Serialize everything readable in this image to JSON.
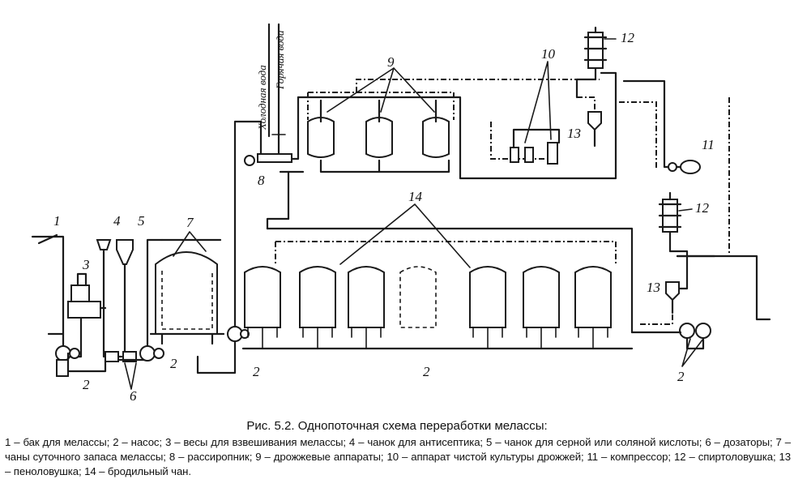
{
  "figure": {
    "title": "Рис. 5.2. Однопоточная схема переработки мелассы:",
    "legend": "1 – бак для мелассы; 2 – насос; 3 – весы для взвешивания мелассы; 4 – чанок для антисептика; 5 – чанок для серной или соляной кислоты; 6 – дозаторы; 7 – чаны суточного запаса мелассы; 8 – рассиропник; 9 – дрожжевые аппараты; 10 – аппарат чистой культуры дрожжей; 11 – компрессор; 12 – спиртоловушка; 13 – пеноловушка; 14 – бродильный чан."
  },
  "labels": {
    "cold_water": "Холодная вода",
    "hot_water": "Горячая вода",
    "n1": "1",
    "n2": "2",
    "n3": "3",
    "n4": "4",
    "n5": "5",
    "n6": "6",
    "n7": "7",
    "n8": "8",
    "n9": "9",
    "n10": "10",
    "n11": "11",
    "n12": "12",
    "n13": "13",
    "n14": "14"
  }
}
